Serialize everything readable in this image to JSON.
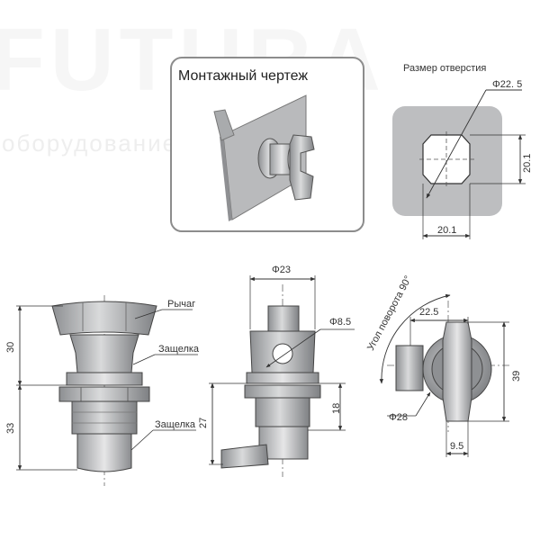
{
  "watermark": {
    "brand": "FUTURA",
    "tagline": "оборудование будущего"
  },
  "mounting_panel": {
    "title": "Монтажный чертеж"
  },
  "cutout": {
    "title": "Размер отверстия",
    "diameter": "Φ22. 5",
    "height": "20.1",
    "width": "20.1"
  },
  "front_view": {
    "lever_label": "Рычаг",
    "latch_label_upper": "Защелка",
    "latch_label_lower": "Защелка",
    "dim_upper": "30",
    "dim_lower": "33"
  },
  "side_view": {
    "dim_top": "Φ23",
    "dim_hole": "Φ8.5",
    "dim_left": "27",
    "dim_right": "18"
  },
  "top_view": {
    "rotation_label": "Угол поворота 90°",
    "dim_top": "22.5",
    "dim_right": "39",
    "dim_diameter": "Φ28",
    "dim_bottom": "9.5"
  }
}
